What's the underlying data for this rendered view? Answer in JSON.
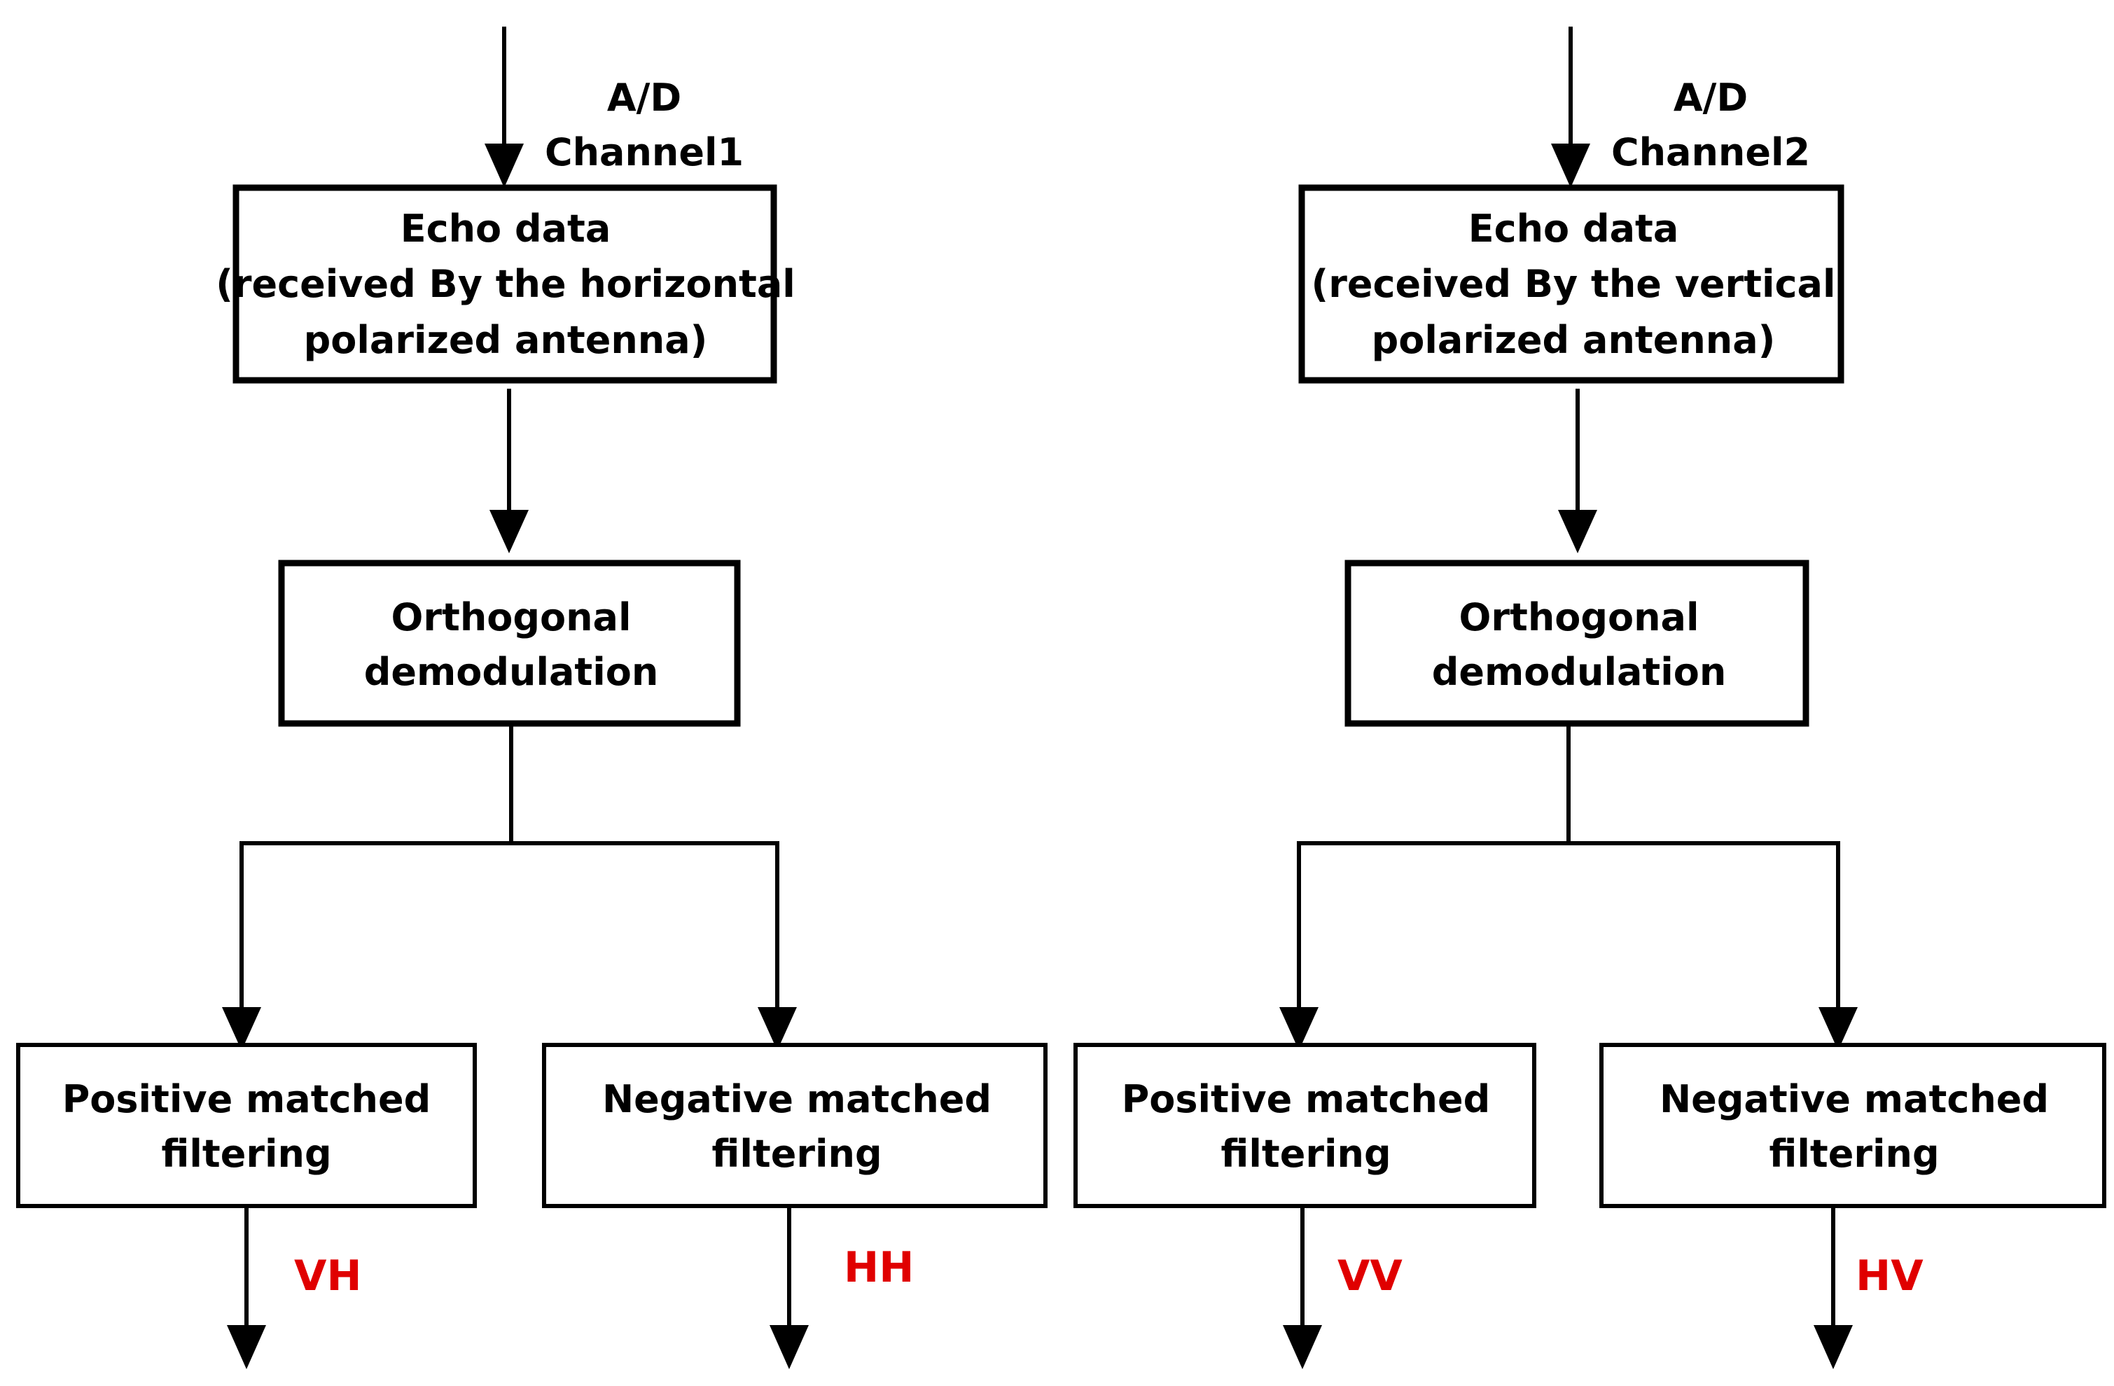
{
  "left_chain": {
    "input_line1": "A/D",
    "input_line2": "Channel1",
    "echo_box": [
      "Echo data",
      "(received By the horizontal",
      "polarized antenna)"
    ],
    "demod_box": [
      "Orthogonal",
      "demodulation"
    ],
    "positive_filter": [
      "Positive matched",
      "filtering"
    ],
    "negative_filter": [
      "Negative matched",
      "filtering"
    ],
    "positive_output": "VH",
    "negative_output": "HH"
  },
  "right_chain": {
    "input_line1": "A/D",
    "input_line2": "Channel2",
    "echo_box": [
      "Echo data",
      "(received By the vertical",
      "polarized antenna)"
    ],
    "demod_box": [
      "Orthogonal",
      "demodulation"
    ],
    "positive_filter": [
      "Positive matched",
      "filtering"
    ],
    "negative_filter": [
      "Negative matched",
      "filtering"
    ],
    "positive_output": "VV",
    "negative_output": "HV"
  },
  "colors": {
    "stroke": "#000000",
    "output_label": "#e00000"
  }
}
